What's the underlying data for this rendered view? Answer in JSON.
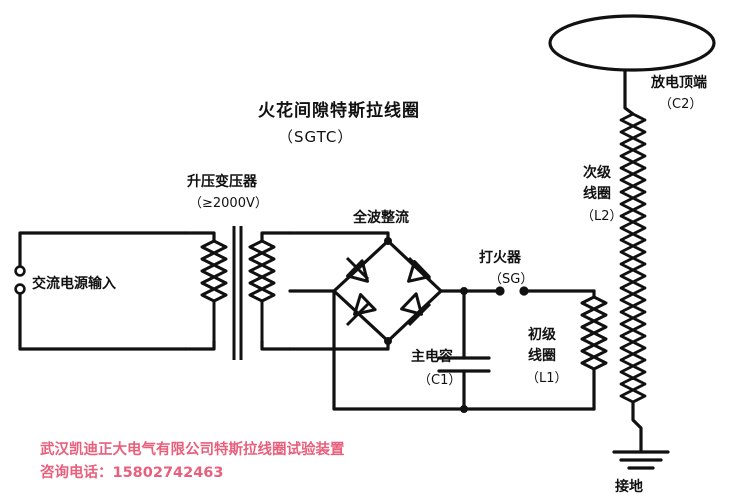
{
  "diagram": {
    "title_main": "火花间隙特斯拉线圈",
    "title_sub": "（SGTC）",
    "background_color": "#ffffff",
    "line_color": "#111111"
  },
  "labels": {
    "ac_input": "交流电源输入",
    "transformer_name": "升压变压器",
    "transformer_rating": "（≥2000V）",
    "rectifier": "全波整流",
    "capacitor_name": "主电容",
    "capacitor_ref": "（C1）",
    "spark_gap_name": "打火器",
    "spark_gap_ref": "（SG）",
    "primary_coil_line1": "初级",
    "primary_coil_line2": "线圈",
    "primary_coil_ref": "（L1）",
    "secondary_coil_line1": "次级",
    "secondary_coil_line2": "线圈",
    "secondary_coil_ref": "（L2）",
    "top_load_name": "放电顶端",
    "top_load_ref": "（C2）",
    "ground": "接地"
  },
  "watermark": {
    "line1": "武汉凯迪正大电气有限公司特斯拉线圈试验装置",
    "line2": "咨询电话：15802742463",
    "color": "#e8607c"
  },
  "components": {
    "transformer_primary_turns": 5,
    "transformer_secondary_turns": 5,
    "bridge_diode_count": 4,
    "primary_coil_turns": 6,
    "secondary_coil_turns": 23
  }
}
